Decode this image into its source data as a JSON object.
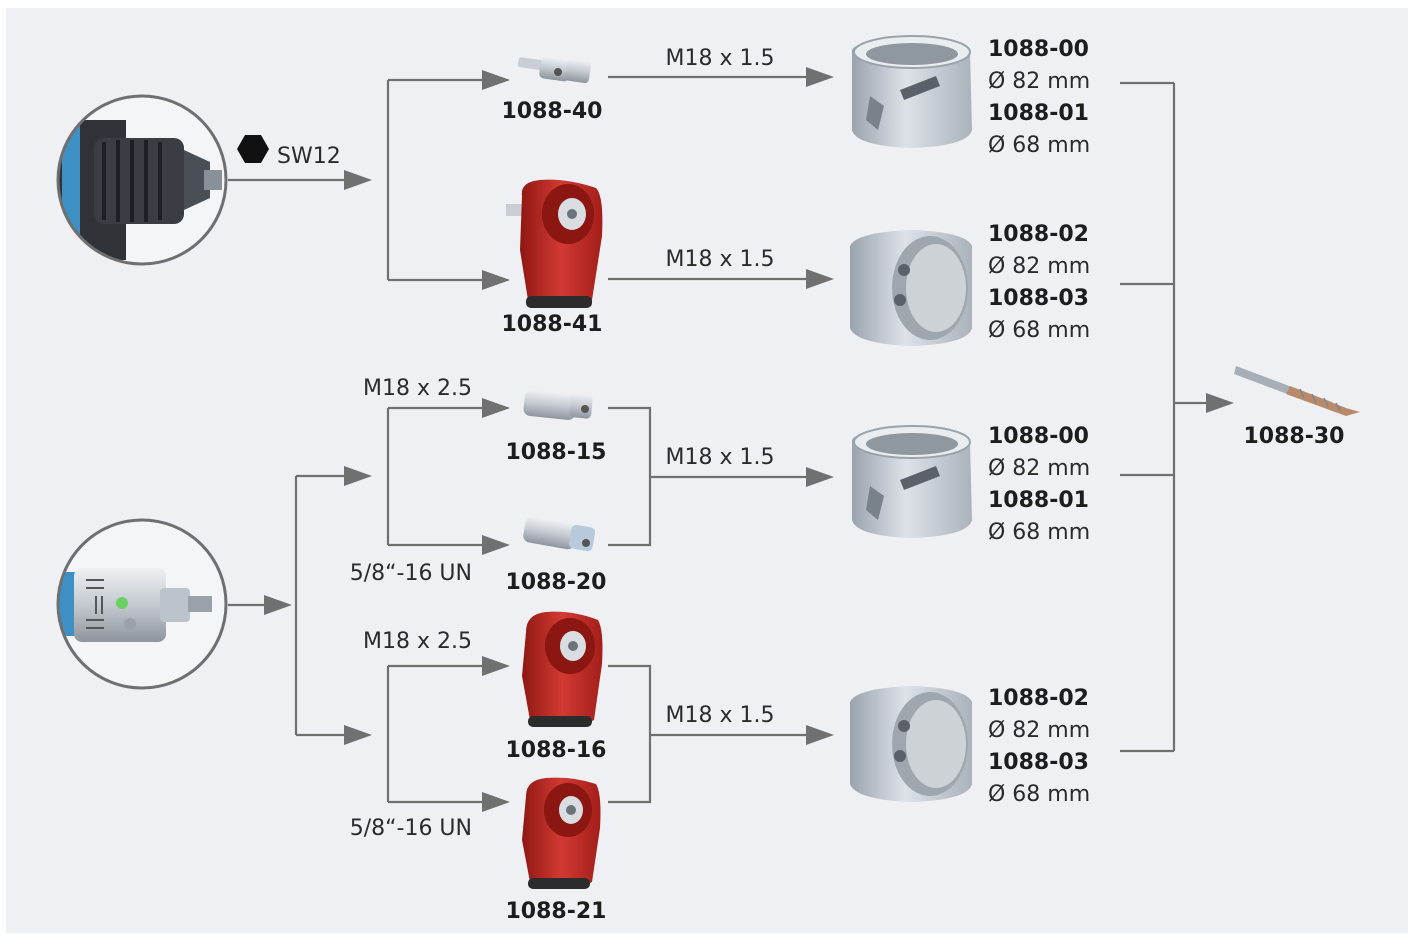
{
  "source_tools": {
    "drill": {
      "icon": "cordless-drill-icon",
      "hex_icon": "hexagon-icon",
      "hex_label": "SW12"
    },
    "grinder": {
      "icon": "angle-grinder-icon"
    }
  },
  "adapters": [
    {
      "code": "1088-40",
      "icon": "adapter-shaft-icon"
    },
    {
      "code": "1088-41",
      "icon": "red-dust-hood-adapter-icon"
    },
    {
      "code": "1088-15",
      "icon": "adapter-shaft-icon",
      "thread_in": "M18 x 2.5"
    },
    {
      "code": "1088-20",
      "icon": "adapter-shaft-icon",
      "thread_in": "5/8“-16 UN"
    },
    {
      "code": "1088-16",
      "icon": "red-dust-hood-adapter-icon",
      "thread_in": "M18 x 2.5"
    },
    {
      "code": "1088-21",
      "icon": "red-dust-hood-adapter-icon",
      "thread_in": "5/8“-16 UN"
    }
  ],
  "connections": [
    {
      "label": "M18 x 1.5"
    },
    {
      "label": "M18 x 1.5"
    },
    {
      "label": "M18 x 1.5"
    },
    {
      "label": "M18 x 1.5"
    }
  ],
  "core_bits": [
    {
      "icon": "toothed-core-bit-icon",
      "items": [
        {
          "code": "1088-00",
          "size": "Ø 82 mm"
        },
        {
          "code": "1088-01",
          "size": "Ø 68 mm"
        }
      ]
    },
    {
      "icon": "core-bit-icon",
      "items": [
        {
          "code": "1088-02",
          "size": "Ø 82 mm"
        },
        {
          "code": "1088-03",
          "size": "Ø 68 mm"
        }
      ]
    },
    {
      "icon": "toothed-core-bit-icon",
      "items": [
        {
          "code": "1088-00",
          "size": "Ø 82 mm"
        },
        {
          "code": "1088-01",
          "size": "Ø 68 mm"
        }
      ]
    },
    {
      "icon": "core-bit-icon",
      "items": [
        {
          "code": "1088-02",
          "size": "Ø 82 mm"
        },
        {
          "code": "1088-03",
          "size": "Ø 68 mm"
        }
      ]
    }
  ],
  "centering_drill": {
    "code": "1088-30",
    "icon": "centering-drill-bit-icon"
  },
  "colors": {
    "background": "#eef0f4",
    "line": "#707070",
    "accent_red": "#c42b26",
    "metal": "#b9c0c8",
    "tool_blue": "#3d8fc4"
  }
}
